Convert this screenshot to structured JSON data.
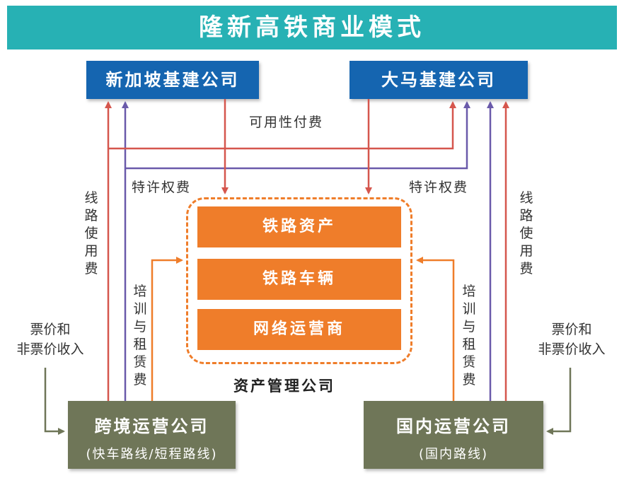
{
  "title": "隆新高铁商业模式",
  "nodes": {
    "singapore_infra": "新加坡基建公司",
    "malaysia_infra": "大马基建公司",
    "asset_items": [
      "铁路资产",
      "铁路车辆",
      "网络运营商"
    ],
    "asset_company": "资产管理公司",
    "cross_border": {
      "title": "跨境运营公司",
      "subtitle": "(快车路线/短程路线)"
    },
    "domestic": {
      "title": "国内运营公司",
      "subtitle": "(国内路线)"
    }
  },
  "labels": {
    "availability_fee": "可用性付费",
    "franchise_fee_left": "特许权费",
    "franchise_fee_right": "特许权费",
    "line_fee_left": "线路使用费",
    "line_fee_right": "线路使用费",
    "training_left": "培训与租赁费",
    "training_right": "培训与租赁费",
    "ticket_left": "票价和\n非票价收入",
    "ticket_right": "票价和\n非票价收入"
  },
  "colors": {
    "title_bg": "#27b1b4",
    "blue": "#1565b0",
    "orange": "#ef7d2a",
    "olive": "#6f7658",
    "red_arrow": "#d5564d",
    "purple_arrow": "#6a5aaa",
    "orange_arrow": "#ef7d2a",
    "olive_arrow": "#6f7658"
  }
}
